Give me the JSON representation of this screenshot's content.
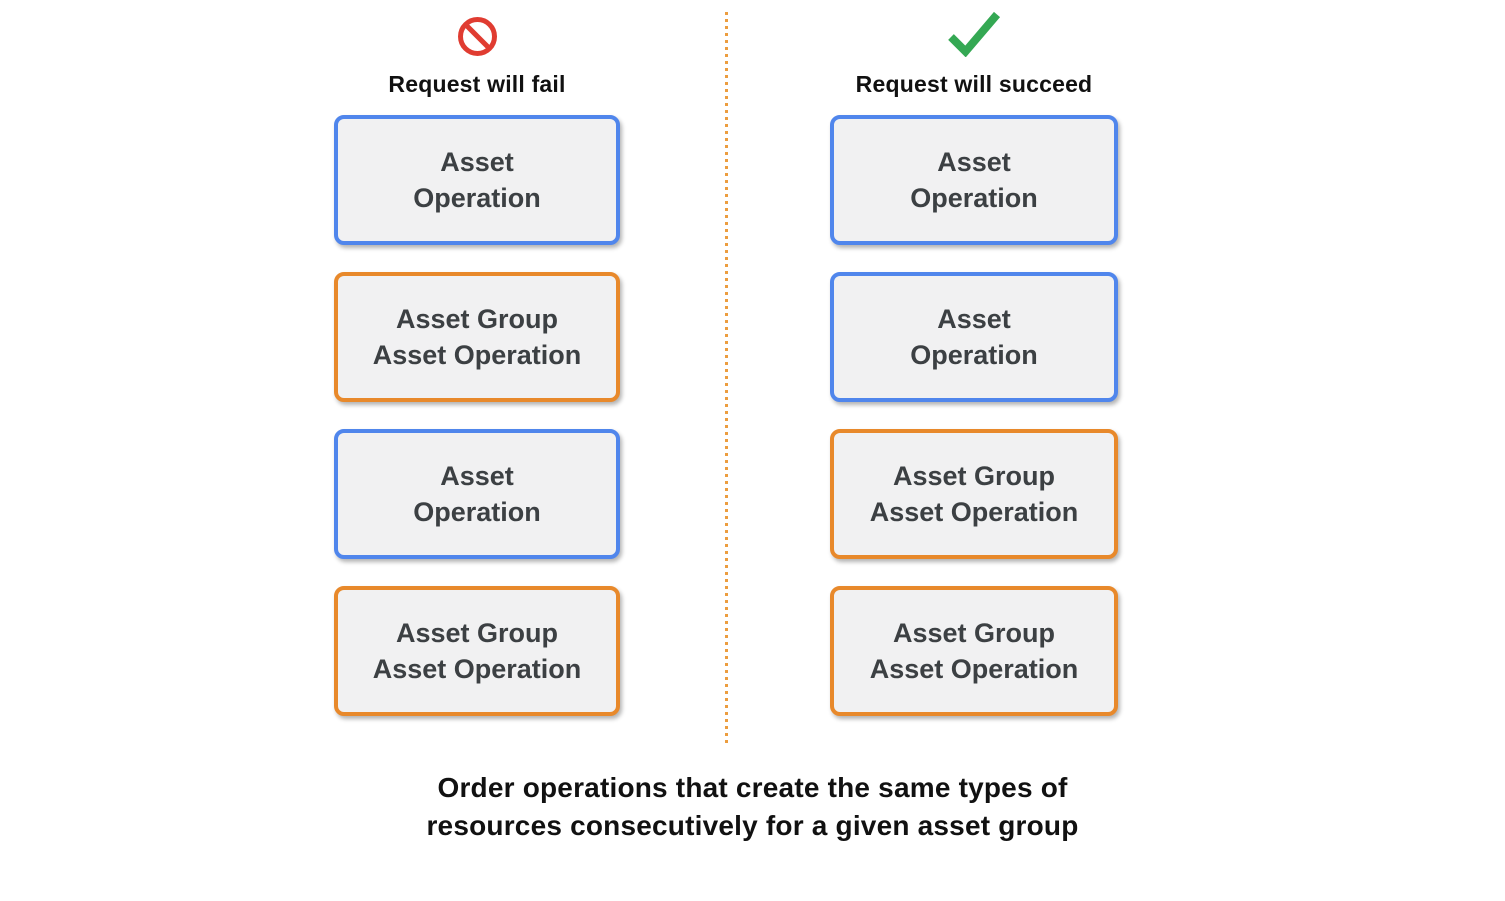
{
  "page": {
    "caption": "Order operations that create the same types of\nresources consecutively for a given asset group"
  },
  "columns": [
    {
      "id": "fail",
      "icon": "prohibited-icon",
      "title": "Request will fail",
      "boxes": [
        {
          "label": "Asset\nOperation",
          "type": "blue"
        },
        {
          "label": "Asset Group\nAsset Operation",
          "type": "orange"
        },
        {
          "label": "Asset\nOperation",
          "type": "blue"
        },
        {
          "label": "Asset Group\nAsset Operation",
          "type": "orange"
        }
      ]
    },
    {
      "id": "succeed",
      "icon": "checkmark-icon",
      "title": "Request will succeed",
      "boxes": [
        {
          "label": "Asset\nOperation",
          "type": "blue"
        },
        {
          "label": "Asset\nOperation",
          "type": "blue"
        },
        {
          "label": "Asset Group\nAsset Operation",
          "type": "orange"
        },
        {
          "label": "Asset Group\nAsset Operation",
          "type": "orange"
        }
      ]
    }
  ],
  "colors": {
    "blue_border": "#5086EC",
    "orange_border": "#E8892B",
    "box_background": "#F1F1F2",
    "label_text": "#3C4043",
    "fail_icon_red": "#E03C31",
    "success_icon_green": "#34A853",
    "divider_orange": "#EC9D3F",
    "heading_text": "#111111"
  }
}
